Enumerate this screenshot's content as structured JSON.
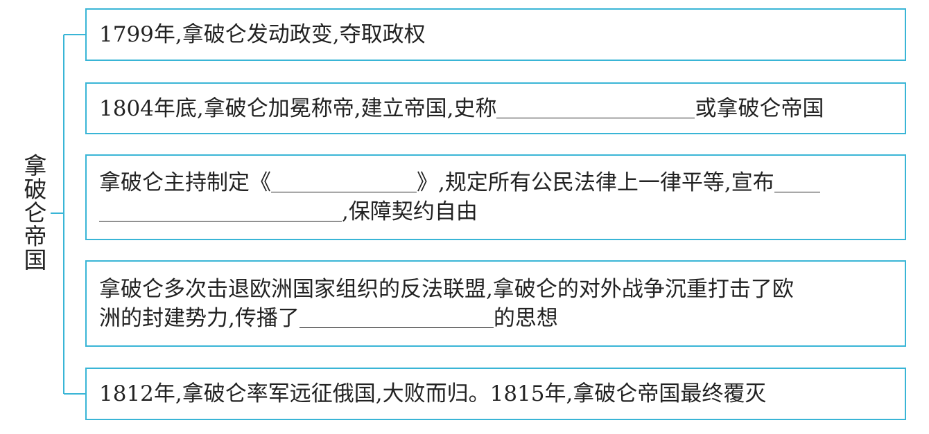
{
  "root": {
    "label": "拿破仑帝国"
  },
  "colors": {
    "border": "#39b5d6",
    "text": "#222222",
    "background": "#ffffff"
  },
  "items": [
    {
      "line1": "1799年,拿破仑发动政变,夺取政权"
    },
    {
      "line1_before": "1804年底,拿破仑加冕称帝,建立帝国,史称",
      "line1_after": "或拿破仑帝国"
    },
    {
      "line1_before": "拿破仑主持制定《",
      "line1_mid": "》,规定所有公民法律上一律平等,宣布",
      "line2_after": ",保障契约自由"
    },
    {
      "line1": "拿破仑多次击退欧洲国家组织的反法联盟,拿破仑的对外战争沉重打击了欧",
      "line2_before": "洲的封建势力,传播了",
      "line2_after": "的思想"
    },
    {
      "line1": "1812年,拿破仑率军远征俄国,大败而归。1815年,拿破仑帝国最终覆灭"
    }
  ]
}
